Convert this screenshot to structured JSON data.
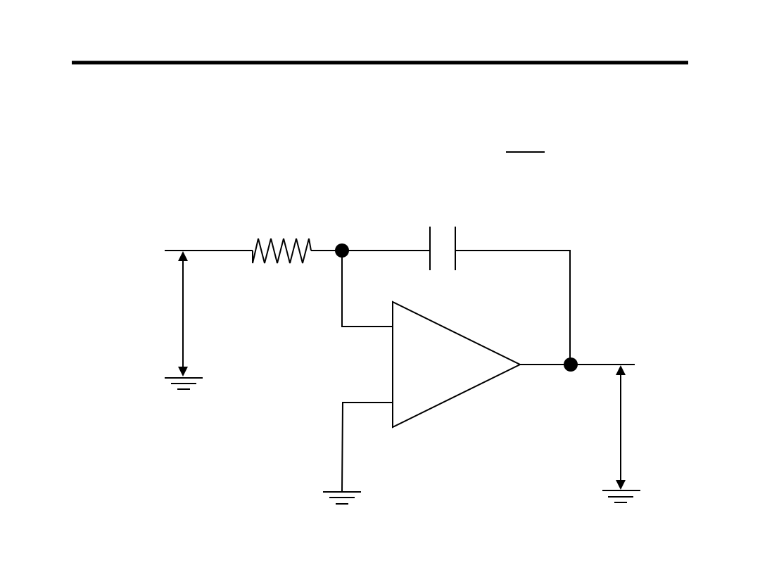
{
  "slide": {
    "background": "#ffffff",
    "ink_color": "#000000"
  },
  "diagram": {
    "type": "op-amp integrator circuit",
    "components": [
      {
        "kind": "resistor",
        "icon": "resistor-zigzag"
      },
      {
        "kind": "capacitor",
        "icon": "capacitor-parallel-plates"
      },
      {
        "kind": "op-amp",
        "icon": "triangle-amplifier"
      },
      {
        "kind": "junction-node",
        "count": 2
      },
      {
        "kind": "ground",
        "count": 3
      },
      {
        "kind": "voltage-arrow",
        "count": 2
      }
    ]
  }
}
